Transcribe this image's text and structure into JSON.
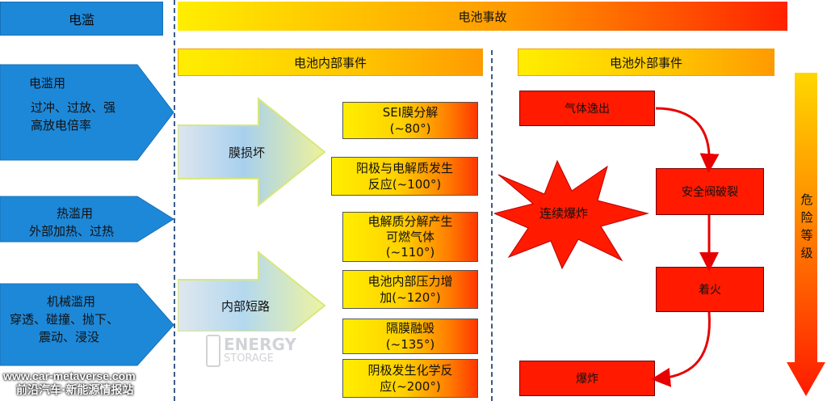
{
  "left_header": "电滥",
  "top_header": "电池事故",
  "internal_header": "电池内部事件",
  "external_header": "电池外部事件",
  "abuse_categories": [
    {
      "title": "电滥用",
      "detail_line1": "过冲、过放、强",
      "detail_line2": "高放电倍率"
    },
    {
      "title": "热滥用",
      "detail_line1": "外部加热、过热"
    },
    {
      "title": "机械滥用",
      "detail_line1": "穿透、碰撞、抛下、",
      "detail_line2": "震动、浸没"
    }
  ],
  "arrows": {
    "membrane": "膜损坏",
    "short": "内部短路"
  },
  "internal_events": [
    {
      "line1": "SEI膜分解",
      "line2": "(~80°)"
    },
    {
      "line1": "阳极与电解质发生",
      "line2": "反应(~100°)"
    },
    {
      "line1": "电解质分解产生",
      "line2": "可燃气体",
      "line3": "(~110°)"
    },
    {
      "line1": "电池内部压力增",
      "line2": "加(~120°)"
    },
    {
      "line1": "隔膜融毁",
      "line2": "(~135°)"
    },
    {
      "line1": "阴极发生化学反",
      "line2": "应(~200°)"
    }
  ],
  "explosion": "连续爆炸",
  "external_events": [
    "气体逸出",
    "安全阀破裂",
    "着火",
    "爆炸"
  ],
  "danger_label": [
    "危",
    "险",
    "等",
    "级"
  ],
  "watermark": {
    "url": "www.car-metaverse.com",
    "name": "前沿汽车·新能源情报站"
  },
  "bg_logo": {
    "line1": "ENERGY",
    "line2": "STORAGE"
  },
  "colors": {
    "blue": "#1e88d8",
    "red": "#ff1a00",
    "yellow": "#ffee00"
  }
}
